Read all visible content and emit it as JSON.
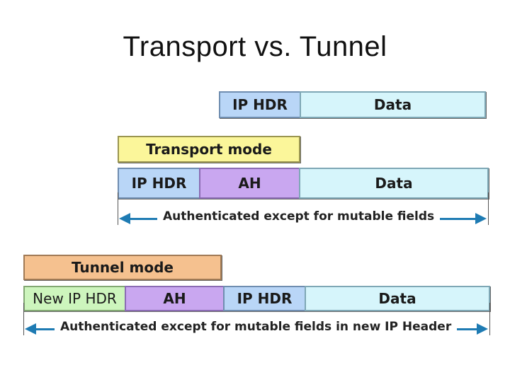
{
  "title": "Transport vs. Tunnel",
  "original_packet": {
    "ip_hdr": "IP HDR",
    "data": "Data"
  },
  "transport": {
    "mode_label": "Transport mode",
    "ip_hdr": "IP HDR",
    "ah": "AH",
    "data": "Data",
    "auth_note": "Authenticated except for mutable fields"
  },
  "tunnel": {
    "mode_label": "Tunnel mode",
    "new_ip_hdr": "New IP HDR",
    "ah": "AH",
    "ip_hdr": "IP HDR",
    "data": "Data",
    "auth_note": "Authenticated except for mutable fields in new IP Header"
  },
  "colors": {
    "ip_hdr": "#b9d6f7",
    "data": "#d6f5fb",
    "ah": "#c9a7f0",
    "transport_label": "#fbf69a",
    "tunnel_label": "#f5c18f",
    "new_ip_hdr": "#cdf5bd",
    "arrow": "#1e7bb3"
  }
}
